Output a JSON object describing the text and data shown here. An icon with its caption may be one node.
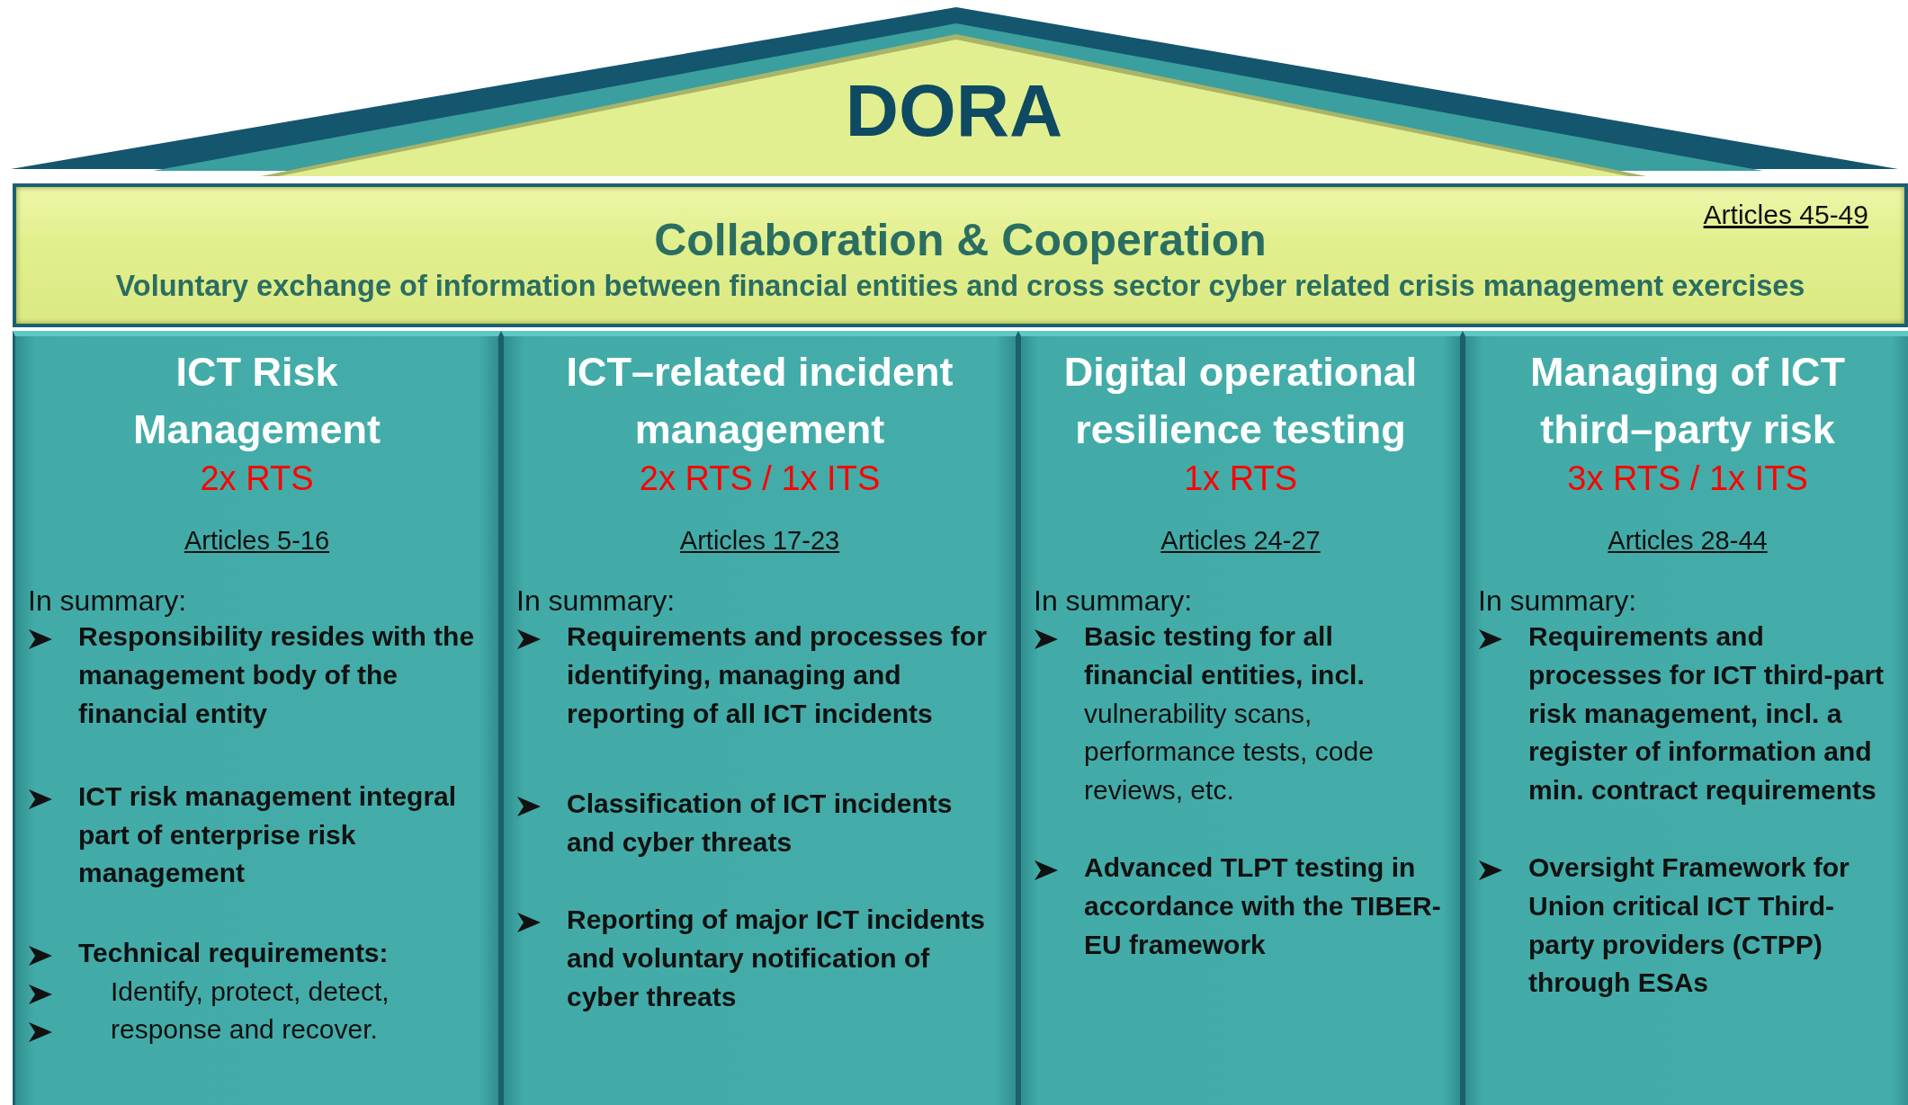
{
  "diagram": {
    "nodes": [
      {
        "text": [
          "DORA"
        ]
      },
      {
        "text": [
          "Articles 45-49",
          "Collaboration & Cooperation",
          "Voluntary exchange of information between financial entities and cross sector cyber related crisis management exercises"
        ]
      },
      {
        "text": [
          "ICT Risk Management",
          "2x RTS",
          "Articles 5-16",
          "In summary:",
          "Responsibility resides with the management body of the financial entity",
          "ICT risk management integral part of enterprise risk management",
          "Technical requirements:",
          "Identify, protect, detect,",
          "response and recover."
        ]
      },
      {
        "text": [
          "ICT–related incident management",
          "2x RTS / 1x ITS",
          "Articles 17-23",
          "In summary:",
          "Requirements and processes for identifying, managing and reporting of all ICT incidents",
          "Classification of ICT incidents and cyber threats",
          "Reporting of major ICT incidents and voluntary notification of cyber threats"
        ]
      },
      {
        "text": [
          "Digital operational resilience testing",
          "1x RTS",
          "Articles 24-27",
          "In summary:",
          "**Basic testing for all financial entities, incl.** vulnerability scans, performance tests, code reviews, etc.",
          "Advanced TLPT testing in accordance with the TIBER-EU framework"
        ]
      },
      {
        "text": [
          "Managing of ICT third–party risk",
          "3x RTS / 1x ITS",
          "Articles 28-44",
          "In summary:",
          "Requirements and processes for ICT third-part risk management, incl. a register of information and min. contract requirements",
          "Oversight Framework for Union critical ICT Third-party providers (CTPP) through ESAs"
        ]
      }
    ]
  }
}
